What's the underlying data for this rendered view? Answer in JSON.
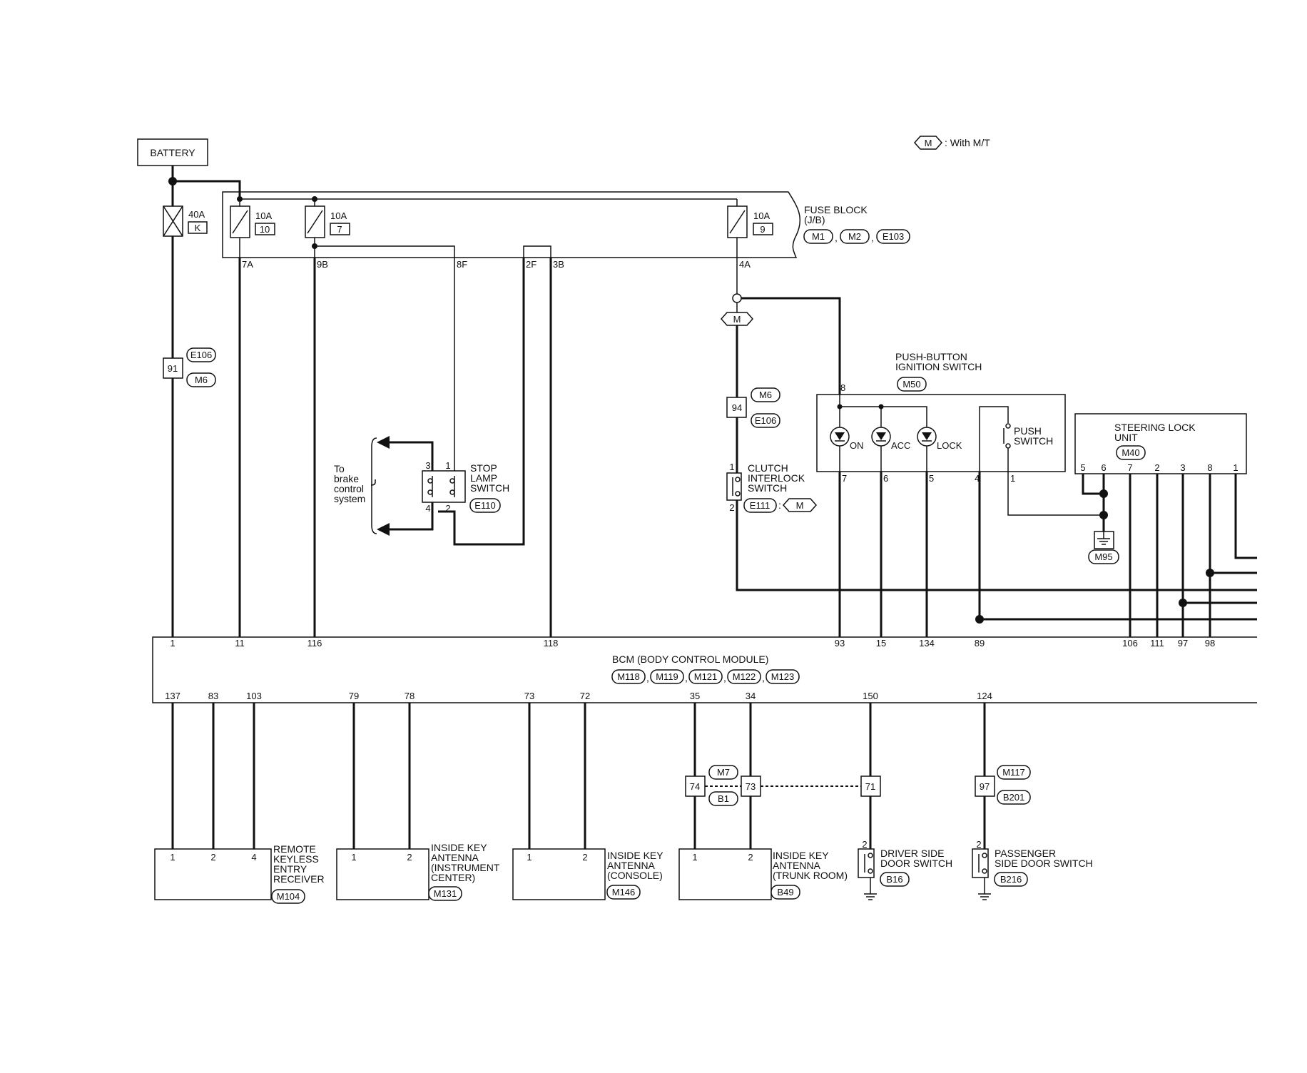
{
  "legend": {
    "tag": "M",
    "text": ": With M/T"
  },
  "battery": {
    "label": "BATTERY"
  },
  "fuse_main": {
    "rating": "40A",
    "id": "K"
  },
  "fuse_block": {
    "title_lines": [
      "FUSE BLOCK",
      "(J/B)"
    ],
    "connectors": [
      "M1",
      "M2",
      "E103"
    ],
    "fuses": [
      {
        "rating": "10A",
        "no": "10"
      },
      {
        "rating": "10A",
        "no": "7"
      },
      {
        "rating": "10A",
        "no": "9"
      }
    ],
    "terminals": [
      "7A",
      "9B",
      "8F",
      "2F",
      "3B",
      "4A"
    ]
  },
  "joint_91": {
    "pin": "91",
    "tags": [
      "E106",
      "M6"
    ]
  },
  "joint_94": {
    "pin": "94",
    "tags": [
      "M6",
      "E106"
    ]
  },
  "mt_tag": "M",
  "stop_lamp": {
    "title_lines": [
      "STOP",
      "LAMP",
      "SWITCH"
    ],
    "connector": "E110",
    "pins": [
      "3",
      "1",
      "4",
      "2"
    ],
    "note_lines": [
      "To",
      "brake",
      "control",
      "system"
    ]
  },
  "clutch": {
    "title_lines": [
      "CLUTCH",
      "INTERLOCK",
      "SWITCH"
    ],
    "connector": "E111",
    "condition": "M",
    "pins": [
      "1",
      "2"
    ]
  },
  "push_button": {
    "title_lines": [
      "PUSH-BUTTON",
      "IGNITION SWITCH"
    ],
    "connector": "M50",
    "top_pin": "8",
    "modes": [
      "ON",
      "ACC",
      "LOCK"
    ],
    "push_lines": [
      "PUSH",
      "SWITCH"
    ],
    "pins": [
      "7",
      "6",
      "5",
      "4",
      "1"
    ]
  },
  "steering": {
    "title_lines": [
      "STEERING LOCK",
      "UNIT"
    ],
    "connector": "M40",
    "pins": [
      "5",
      "6",
      "7",
      "2",
      "3",
      "8",
      "1"
    ]
  },
  "ground_m95": "M95",
  "bcm": {
    "title": "BCM (BODY CONTROL MODULE)",
    "connectors": [
      "M118",
      "M119",
      "M121",
      "M122",
      "M123"
    ],
    "top_pins": [
      "1",
      "11",
      "116",
      "118",
      "93",
      "15",
      "134",
      "89",
      "106",
      "111",
      "97",
      "98"
    ],
    "bottom_pins": [
      "137",
      "83",
      "103",
      "79",
      "78",
      "73",
      "72",
      "35",
      "34",
      "150",
      "124"
    ]
  },
  "joints_lower": {
    "j74": "74",
    "j73": "73",
    "j71": "71",
    "j97": "97",
    "tag_m7": "M7",
    "tag_b1": "B1",
    "tag_m117": "M117",
    "tag_b201": "B201"
  },
  "rke": {
    "title_lines": [
      "REMOTE",
      "KEYLESS",
      "ENTRY",
      "RECEIVER"
    ],
    "connector": "M104",
    "pins": [
      "1",
      "2",
      "4"
    ]
  },
  "ant_ic": {
    "title_lines": [
      "INSIDE KEY",
      "ANTENNA",
      "(INSTRUMENT",
      " CENTER)"
    ],
    "connector": "M131",
    "pins": [
      "1",
      "2"
    ]
  },
  "ant_console": {
    "title_lines": [
      "INSIDE KEY",
      "ANTENNA",
      "(CONSOLE)"
    ],
    "connector": "M146",
    "pins": [
      "1",
      "2"
    ]
  },
  "ant_trunk": {
    "title_lines": [
      "INSIDE KEY",
      "ANTENNA",
      "(TRUNK ROOM)"
    ],
    "connector": "B49",
    "pins": [
      "1",
      "2"
    ]
  },
  "driver_door": {
    "title_lines": [
      "DRIVER SIDE",
      "DOOR SWITCH"
    ],
    "connector": "B16",
    "pin": "2"
  },
  "pass_door": {
    "title_lines": [
      "PASSENGER",
      "SIDE DOOR SWITCH"
    ],
    "connector": "B216",
    "pin": "2"
  }
}
